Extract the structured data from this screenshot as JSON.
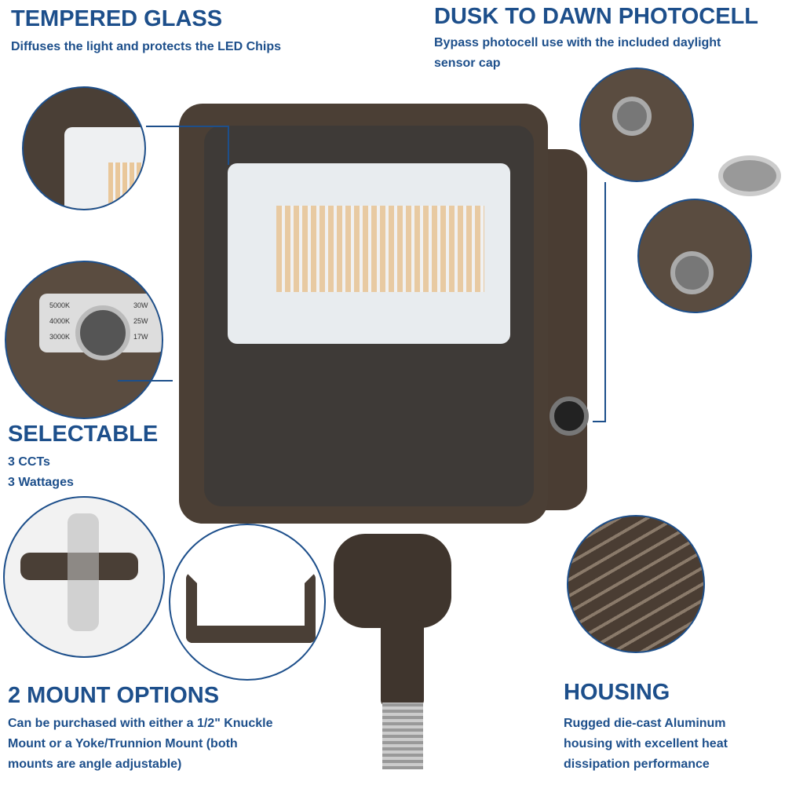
{
  "tempered_glass": {
    "title": "TEMPERED GLASS",
    "desc": "Diffuses the light and protects the LED Chips"
  },
  "photocell": {
    "title": "DUSK TO DAWN PHOTOCELL",
    "desc_line1": "Bypass photocell use with the included daylight",
    "desc_line2": "sensor cap"
  },
  "selectable": {
    "title": "SELECTABLE",
    "line1": "3 CCTs",
    "line2": "3 Wattages",
    "cct_labels": [
      "5000K",
      "4000K",
      "3000K"
    ],
    "watt_labels": [
      "30W",
      "25W",
      "17W"
    ]
  },
  "mount": {
    "title": "2 MOUNT OPTIONS",
    "line1": "Can be purchased with either a 1/2\" Knuckle",
    "line2": "Mount or a Yoke/Trunnion Mount (both",
    "line3": "mounts are angle adjustable)"
  },
  "housing": {
    "title": "HOUSING",
    "line1": "Rugged die-cast Aluminum",
    "line2": "housing with excellent heat",
    "line3": "dissipation performance"
  },
  "colors": {
    "accent": "#1d4f8b",
    "housing": "#4b3f35"
  }
}
